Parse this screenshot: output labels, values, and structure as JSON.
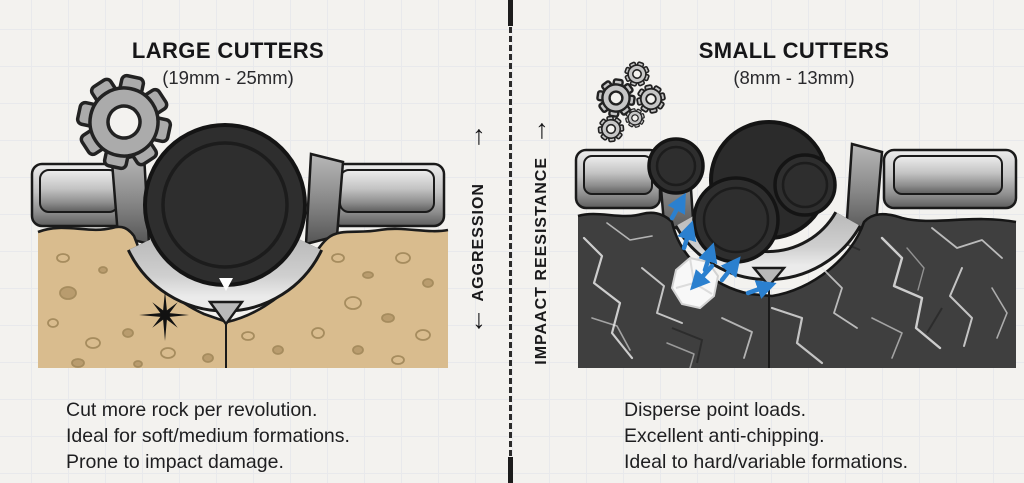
{
  "left_panel": {
    "title": "LARGE CUTTERS",
    "subtitle": "(19mm - 25mm)",
    "notes": [
      "Cut more rock per revolution.",
      "Ideal for soft/medium formations.",
      "Prone to impact damage."
    ],
    "formation_type": "soft sandy formation with pebbles",
    "icon": "gear-icon"
  },
  "right_panel": {
    "title": "SMALL CUTTERS",
    "subtitle": "(8mm - 13mm)",
    "notes": [
      "Disperse point loads.",
      "Excellent anti-chipping.",
      "Ideal to hard/variable formations."
    ],
    "formation_type": "hard dark rock with white veins",
    "icon": "gear-cluster-icon"
  },
  "axis": {
    "left_label": "AGGRESSION",
    "right_label": "IMPAACT REESISTANCE",
    "up_arrow": "↑",
    "down_arrow": "↓"
  },
  "colors": {
    "background": "#f3f2ef",
    "grid_line": "#e8e9ec",
    "sand": "#d9bc8e",
    "pebble": "#b3976a",
    "rock": "#3f3f3f",
    "rock_vein": "#e6e6e6",
    "metal_light": "#ececec",
    "metal_dark": "#5f5f5f",
    "cutter": "#2e2e2e",
    "arrow_blue": "#2b80cf",
    "ink": "#1a1a1c"
  }
}
